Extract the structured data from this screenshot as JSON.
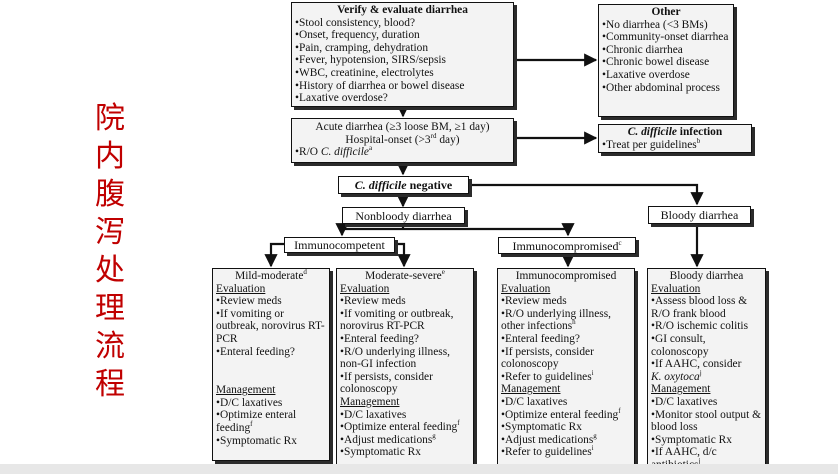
{
  "side_title": [
    "院",
    "内",
    "腹",
    "泻",
    "处",
    "理",
    "流",
    "程"
  ],
  "verify": {
    "title": "Verify & evaluate diarrhea",
    "items": [
      "Stool consistency, blood?",
      "Onset, frequency, duration",
      "Pain, cramping, dehydration",
      "Fever, hypotension, SIRS/sepsis",
      "WBC, creatinine, electrolytes",
      "History of diarrhea or bowel disease",
      "Laxative overdose?"
    ]
  },
  "other": {
    "title": "Other",
    "items": [
      "No diarrhea (<3 BMs)",
      "Community-onset diarrhea",
      "Chronic diarrhea",
      "Chronic bowel disease",
      "Laxative overdose",
      "Other abdominal process"
    ]
  },
  "acute": {
    "line1": "Acute diarrhea (≥3 loose BM, ≥1 day)",
    "line2_pre": "Hospital-onset  (>3",
    "line2_sup": "rd",
    "line2_post": " day)",
    "line3_pre": "R/O ",
    "line3_em": "C. difficile",
    "line3_sup": "a"
  },
  "cdiff_infection": {
    "title_em": "C. difficile",
    "title_post": " infection",
    "item": "Treat per guidelines",
    "item_sup": "b"
  },
  "cdiff_negative": {
    "em": "C. difficile",
    "post": " negative"
  },
  "nonbloody": "Nonbloody diarrhea",
  "bloody_pill": "Bloody diarrhea",
  "immunocompetent": "Immunocompetent",
  "immunocompromised": {
    "text": "Immunocompromised",
    "sup": "c"
  },
  "mild": {
    "title": "Mild-moderate",
    "title_sup": "d",
    "eval_label": "Evaluation",
    "eval_items": [
      "Review meds",
      "If vomiting or outbreak, norovirus RT-PCR",
      "Enteral feeding?"
    ],
    "mgmt_label": "Management",
    "mgmt_items": [
      "D/C laxatives",
      "Optimize enteral feeding",
      "Symptomatic Rx"
    ],
    "mgmt_sups": [
      "",
      "f",
      ""
    ]
  },
  "severe": {
    "title": "Moderate-severe",
    "title_sup": "e",
    "eval_label": "Evaluation",
    "eval_items": [
      "Review meds",
      "If vomiting or outbreak, norovirus RT-PCR",
      "Enteral feeding?",
      "R/O underlying illness, non-GI infection",
      "If persists, consider colonoscopy"
    ],
    "mgmt_label": "Management",
    "mgmt_items": [
      "D/C laxatives",
      "Optimize enteral feeding",
      "Adjust medications",
      "Symptomatic  Rx"
    ],
    "mgmt_sups": [
      "",
      "f",
      "g",
      ""
    ]
  },
  "immuno": {
    "title": "Immunocompromised",
    "eval_label": "Evaluation",
    "eval_items": [
      "Review meds",
      "R/O underlying illness, other infections",
      "Enteral feeding?",
      "If persists, consider colonoscopy",
      "Refer to guidelines"
    ],
    "eval_sups": [
      "",
      "h",
      "",
      "",
      "i"
    ],
    "mgmt_label": "Management",
    "mgmt_items": [
      "D/C laxatives",
      "Optimize enteral feeding",
      "Symptomatic Rx",
      "Adjust medications",
      "Refer to guidelines"
    ],
    "mgmt_sups": [
      "",
      "f",
      "",
      "g",
      "i"
    ]
  },
  "bloody": {
    "title": "Bloody diarrhea",
    "eval_label": "Evaluation",
    "eval_items": [
      "Assess blood loss & R/O frank blood",
      "R/O ischemic colitis",
      "GI consult, colonoscopy",
      "If AAHC, consider"
    ],
    "eval_tail_em": "K. oxytoca",
    "eval_tail_sup": "j",
    "mgmt_label": "Management",
    "mgmt_items": [
      "D/C laxatives",
      "Monitor stool output & blood loss",
      "Symptomatic Rx",
      "If AAHC, d/c antibiotics"
    ],
    "mgmt_sups": [
      "",
      "",
      "",
      "j"
    ]
  },
  "colors": {
    "title_red": "#c00000",
    "box_fill": "#f3f3f3",
    "line": "#111111"
  }
}
